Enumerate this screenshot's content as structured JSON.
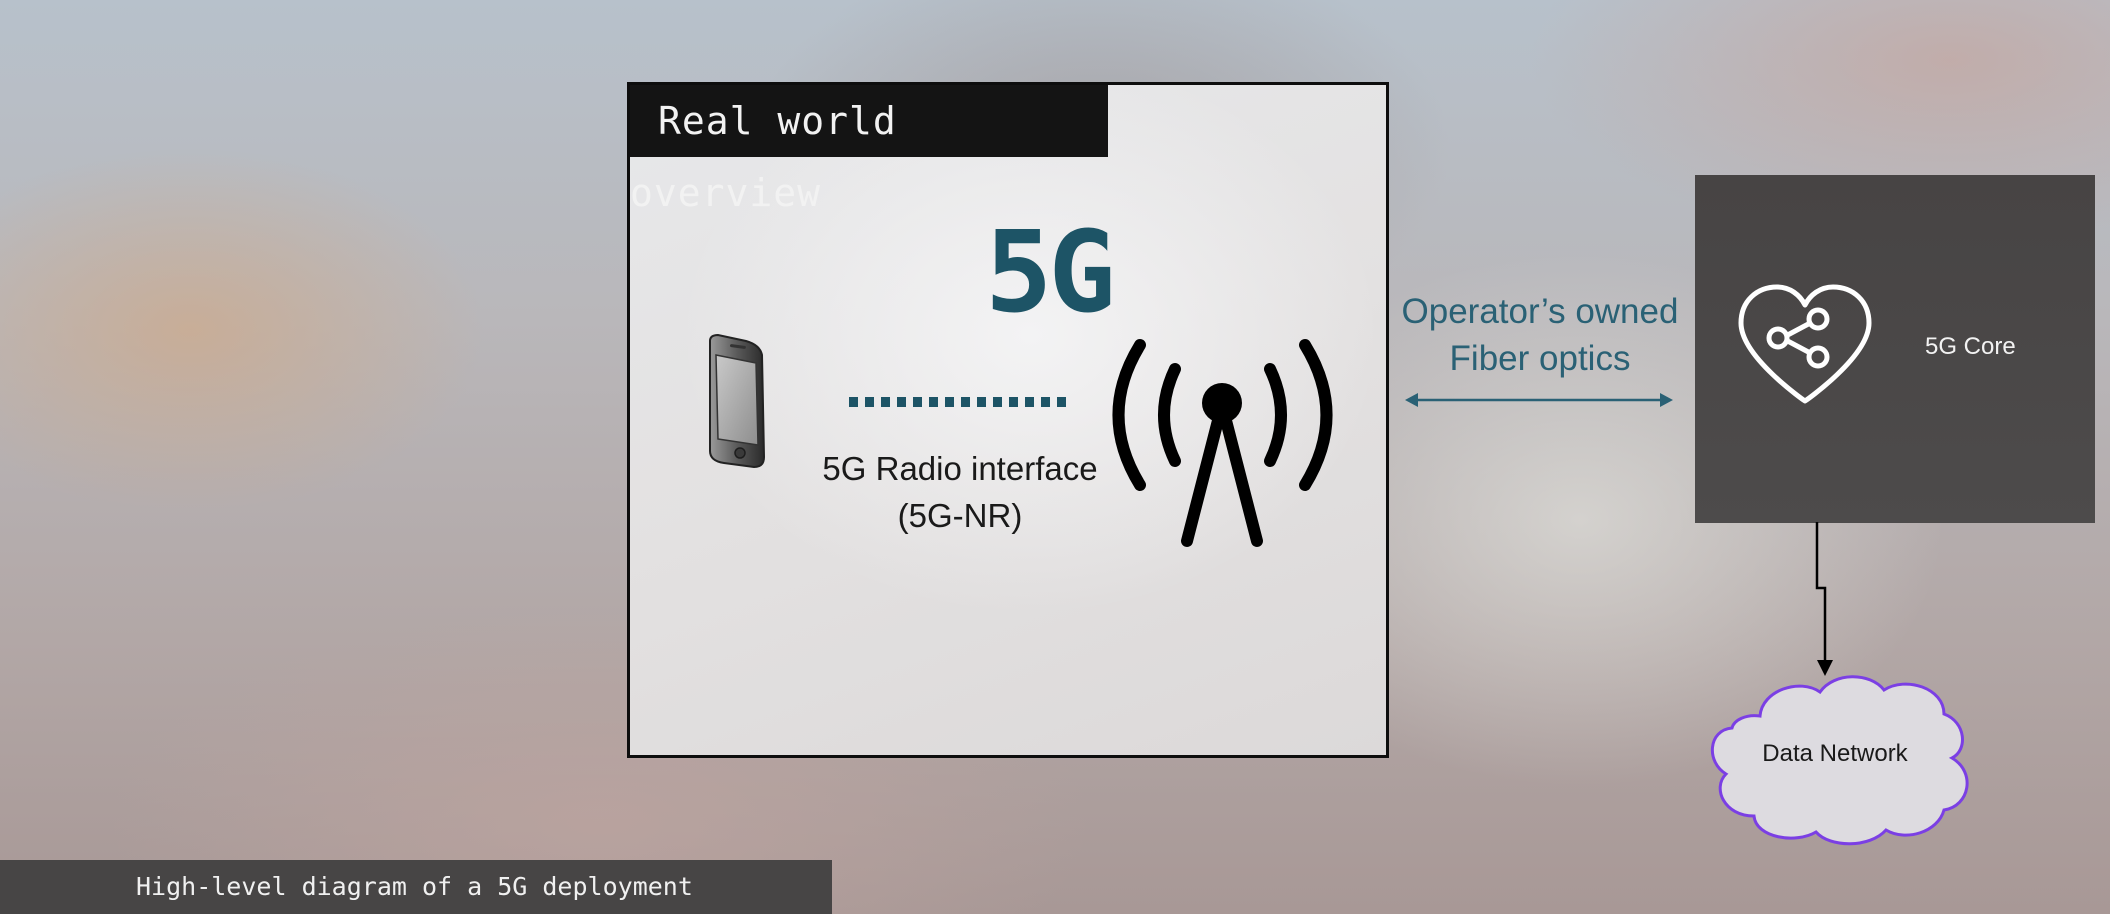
{
  "overview": {
    "title": "Real world overview",
    "badge": "5G"
  },
  "radio_interface": {
    "line1": "5G Radio interface",
    "line2": "(5G-NR)"
  },
  "fiber": {
    "line1": "Operator’s owned",
    "line2": "Fiber optics"
  },
  "core": {
    "label": "5G Core"
  },
  "data_network": {
    "label": "Data Network"
  },
  "caption": {
    "text": "High-level diagram of a 5G deployment"
  },
  "colors": {
    "accent_teal": "#1d5466",
    "fiber_text": "#2a6175",
    "core_bg": "#4a4747",
    "cloud_outline": "#7b3fe4",
    "cloud_fill": "#dddbe0"
  },
  "icons": [
    "smartphone-icon",
    "antenna-tower-icon",
    "heart-share-icon",
    "cloud-icon"
  ]
}
